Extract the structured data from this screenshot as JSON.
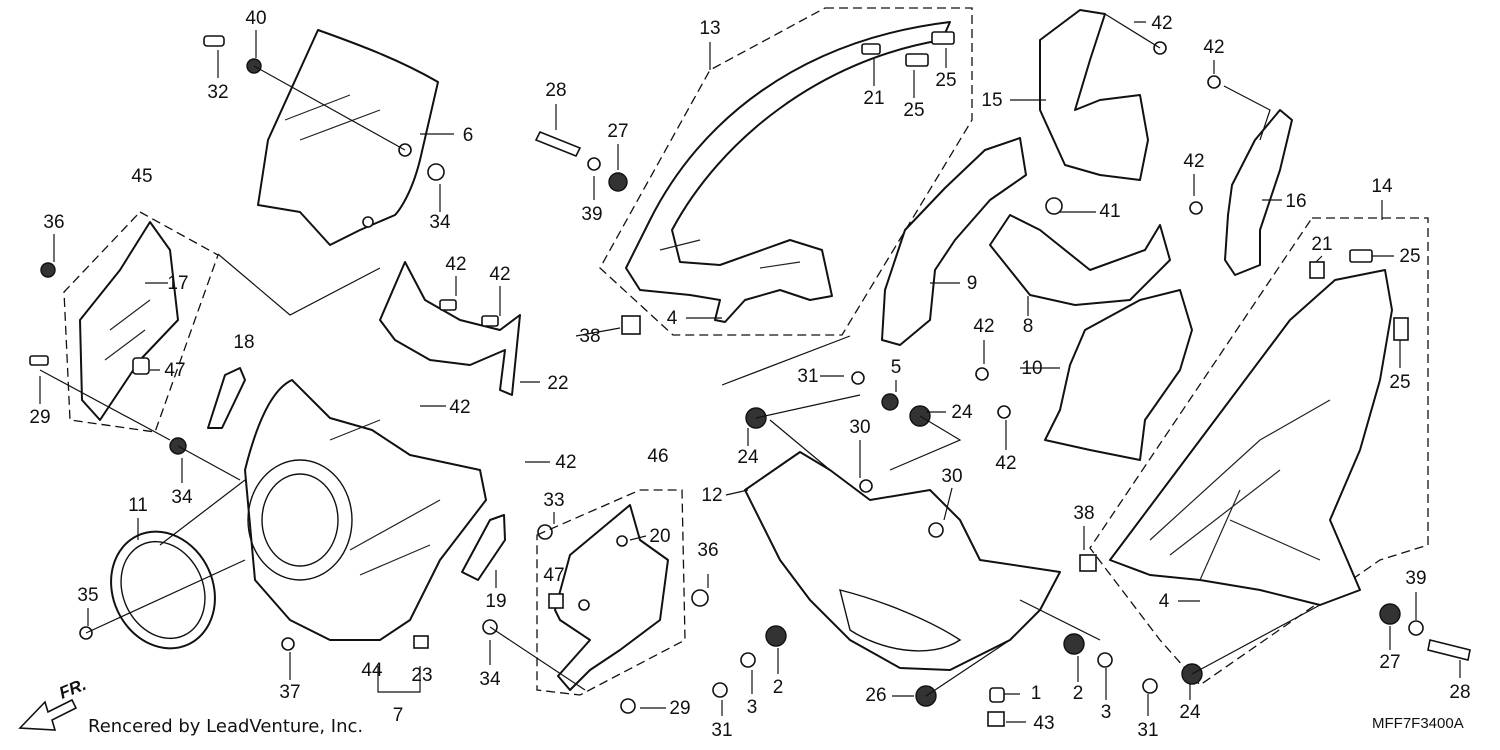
{
  "diagram": {
    "code": "MFF7F3400A",
    "credit": "Rencered by LeadVenture, Inc.",
    "direction_label": "FR.",
    "callouts": [
      {
        "id": "c40",
        "label": "40"
      },
      {
        "id": "c32",
        "label": "32"
      },
      {
        "id": "c6",
        "label": "6"
      },
      {
        "id": "c34a",
        "label": "34"
      },
      {
        "id": "c45",
        "label": "45"
      },
      {
        "id": "c36a",
        "label": "36"
      },
      {
        "id": "c17",
        "label": "17"
      },
      {
        "id": "c47a",
        "label": "47"
      },
      {
        "id": "c29a",
        "label": "29"
      },
      {
        "id": "c18",
        "label": "18"
      },
      {
        "id": "c42a",
        "label": "42"
      },
      {
        "id": "c42b",
        "label": "42"
      },
      {
        "id": "c22",
        "label": "22"
      },
      {
        "id": "c42c",
        "label": "42"
      },
      {
        "id": "c42d",
        "label": "42"
      },
      {
        "id": "c34b",
        "label": "34"
      },
      {
        "id": "c11",
        "label": "11"
      },
      {
        "id": "c35",
        "label": "35"
      },
      {
        "id": "c37",
        "label": "37"
      },
      {
        "id": "c44",
        "label": "44"
      },
      {
        "id": "c23",
        "label": "23"
      },
      {
        "id": "c7",
        "label": "7"
      },
      {
        "id": "c19",
        "label": "19"
      },
      {
        "id": "c33",
        "label": "33"
      },
      {
        "id": "c34c",
        "label": "34"
      },
      {
        "id": "c46",
        "label": "46"
      },
      {
        "id": "c20",
        "label": "20"
      },
      {
        "id": "c47b",
        "label": "47"
      },
      {
        "id": "c36b",
        "label": "36"
      },
      {
        "id": "c29b",
        "label": "29"
      },
      {
        "id": "c28a",
        "label": "28"
      },
      {
        "id": "c27a",
        "label": "27"
      },
      {
        "id": "c39a",
        "label": "39"
      },
      {
        "id": "c13",
        "label": "13"
      },
      {
        "id": "c21a",
        "label": "21"
      },
      {
        "id": "c25a",
        "label": "25"
      },
      {
        "id": "c25b",
        "label": "25"
      },
      {
        "id": "c38a",
        "label": "38"
      },
      {
        "id": "c4a",
        "label": "4"
      },
      {
        "id": "c42e",
        "label": "42"
      },
      {
        "id": "c42f",
        "label": "42"
      },
      {
        "id": "c15",
        "label": "15"
      },
      {
        "id": "c42g",
        "label": "42"
      },
      {
        "id": "c16",
        "label": "16"
      },
      {
        "id": "c41",
        "label": "41"
      },
      {
        "id": "c9",
        "label": "9"
      },
      {
        "id": "c8",
        "label": "8"
      },
      {
        "id": "c42h",
        "label": "42"
      },
      {
        "id": "c10",
        "label": "10"
      },
      {
        "id": "c31a",
        "label": "31"
      },
      {
        "id": "c5",
        "label": "5"
      },
      {
        "id": "c24a",
        "label": "24"
      },
      {
        "id": "c24b",
        "label": "24"
      },
      {
        "id": "c30a",
        "label": "30"
      },
      {
        "id": "c42i",
        "label": "42"
      },
      {
        "id": "c30b",
        "label": "30"
      },
      {
        "id": "c12",
        "label": "12"
      },
      {
        "id": "c14",
        "label": "14"
      },
      {
        "id": "c21b",
        "label": "21"
      },
      {
        "id": "c25c",
        "label": "25"
      },
      {
        "id": "c25d",
        "label": "25"
      },
      {
        "id": "c38b",
        "label": "38"
      },
      {
        "id": "c4b",
        "label": "4"
      },
      {
        "id": "c39b",
        "label": "39"
      },
      {
        "id": "c27b",
        "label": "27"
      },
      {
        "id": "c28b",
        "label": "28"
      },
      {
        "id": "c24c",
        "label": "24"
      },
      {
        "id": "c31b",
        "label": "31"
      },
      {
        "id": "c3a",
        "label": "3"
      },
      {
        "id": "c2a",
        "label": "2"
      },
      {
        "id": "c26",
        "label": "26"
      },
      {
        "id": "c1",
        "label": "1"
      },
      {
        "id": "c43",
        "label": "43"
      },
      {
        "id": "c2b",
        "label": "2"
      },
      {
        "id": "c3b",
        "label": "3"
      },
      {
        "id": "c31c",
        "label": "31"
      }
    ]
  }
}
